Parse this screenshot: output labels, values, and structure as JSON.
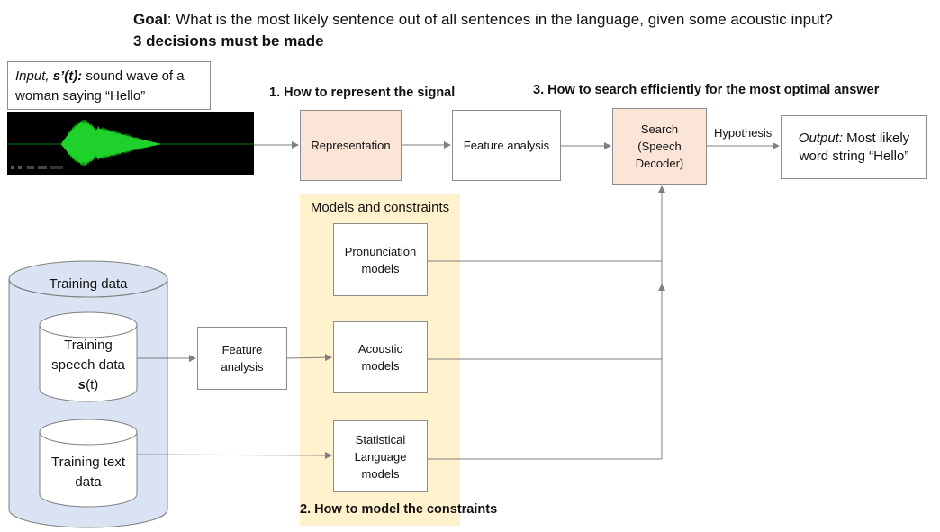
{
  "goal": {
    "prefix": "Goal",
    "text": ": What is the most likely sentence out of all sentences in the language, given some acoustic input?",
    "decisions": "3 decisions must be made"
  },
  "input": {
    "line1_italic": "Input, ",
    "line1_bold_italic": "s’(t):",
    "line1_rest": " sound wave of a",
    "line2": "woman saying “Hello”"
  },
  "headings": {
    "represent": "1. How to represent the signal",
    "model": "2. How to model the constraints",
    "search": "3. How to search efficiently for the most optimal answer"
  },
  "boxes": {
    "representation": "Representation",
    "feature_analysis_top": "Feature analysis",
    "search_l1": "Search",
    "search_l2": "(Speech",
    "search_l3": "Decoder)",
    "hypothesis": "Hypothesis",
    "output_italic": "Output:",
    "output_l1_rest": " Most likely",
    "output_l2": "word string “Hello”",
    "models_title": "Models and constraints",
    "pron_l1": "Pronunciation",
    "pron_l2": "models",
    "acoustic_l1": "Acoustic",
    "acoustic_l2": "models",
    "lang_l1": "Statistical",
    "lang_l2": "Language",
    "lang_l3": "models",
    "feat2_l1": "Feature",
    "feat2_l2": "analysis"
  },
  "training": {
    "title": "Training data",
    "speech_l1": "Training",
    "speech_l2": "speech data",
    "speech_l3_bold": "s",
    "speech_l3_rest": "(t)",
    "text_l1": "Training text",
    "text_l2": "data"
  },
  "colors": {
    "peach": "#fbe5d6",
    "yellow": "#fff2cc",
    "cylinder_blue": "#dae3f3",
    "wave_green": "#1fd12b",
    "line_gray": "#7f7f7f"
  }
}
